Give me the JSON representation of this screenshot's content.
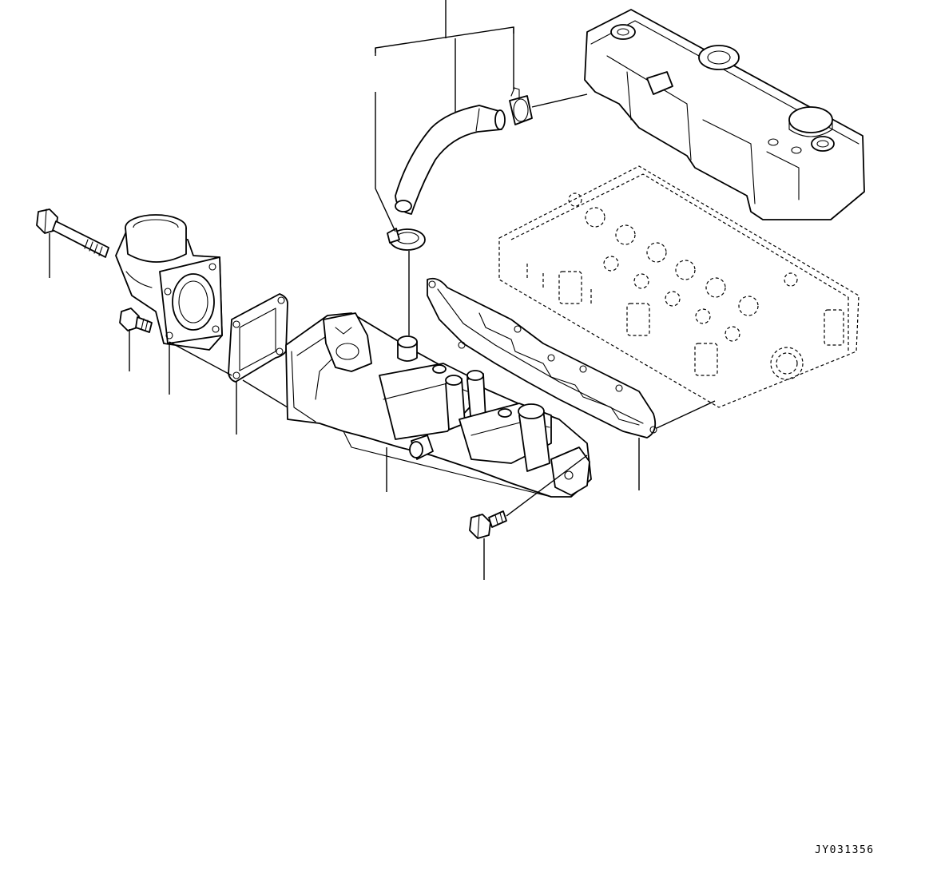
{
  "drawing": {
    "id_label": "JY031356"
  },
  "parts": [
    {
      "name": "long-bolt"
    },
    {
      "name": "thermostat-housing"
    },
    {
      "name": "short-bolt"
    },
    {
      "name": "housing-gasket"
    },
    {
      "name": "intake-manifold"
    },
    {
      "name": "manifold-gasket"
    },
    {
      "name": "cylinder-head"
    },
    {
      "name": "cylinder-head-cover"
    },
    {
      "name": "breather-hose"
    },
    {
      "name": "hose-clamp-upper"
    },
    {
      "name": "hose-clamp-lower"
    },
    {
      "name": "flange-bolt"
    }
  ]
}
